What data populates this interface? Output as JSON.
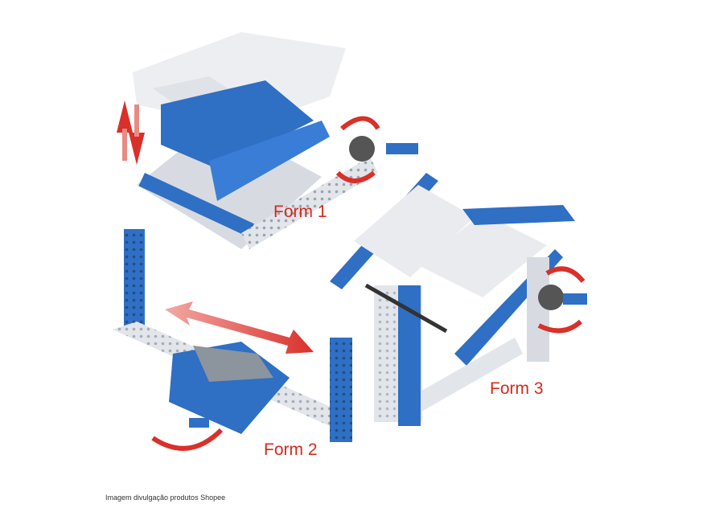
{
  "image": {
    "labels": {
      "form1": "Form 1",
      "form2": "Form 2",
      "form3": "Form 3"
    },
    "colors": {
      "blue": "#2f6fc4",
      "light_gray": "#e4e6ea",
      "arrow_red": "#d9302a",
      "label_red": "#d42a1e"
    }
  },
  "caption": "Imagem divulgação produtos Shopee"
}
